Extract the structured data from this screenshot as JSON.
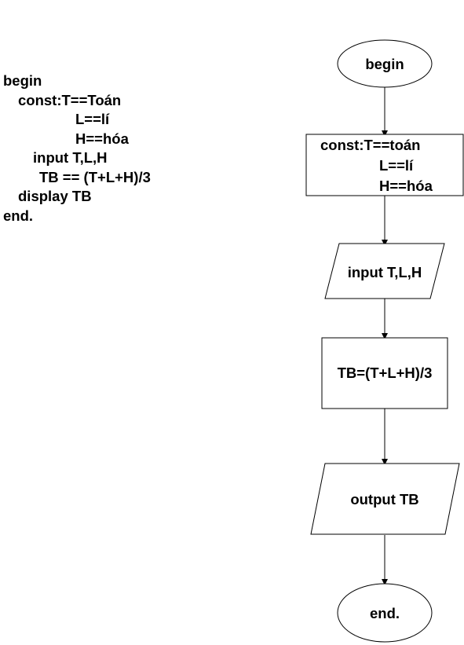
{
  "pseudocode": {
    "lines": [
      "begin",
      "const:T==Toán",
      "L==lí",
      "H==hóa",
      "input T,L,H",
      "TB == (T+L+H)/3",
      "display TB",
      "end."
    ]
  },
  "flowchart": {
    "start": "begin",
    "const_lines": [
      "const:T==toán",
      "L==lí",
      "H==hóa"
    ],
    "input": "input T,L,H",
    "process": "TB=(T+L+H)/3",
    "output": "output TB",
    "end": "end."
  },
  "colors": {
    "stroke": "#000000",
    "fill": "#ffffff",
    "text": "#000000"
  }
}
